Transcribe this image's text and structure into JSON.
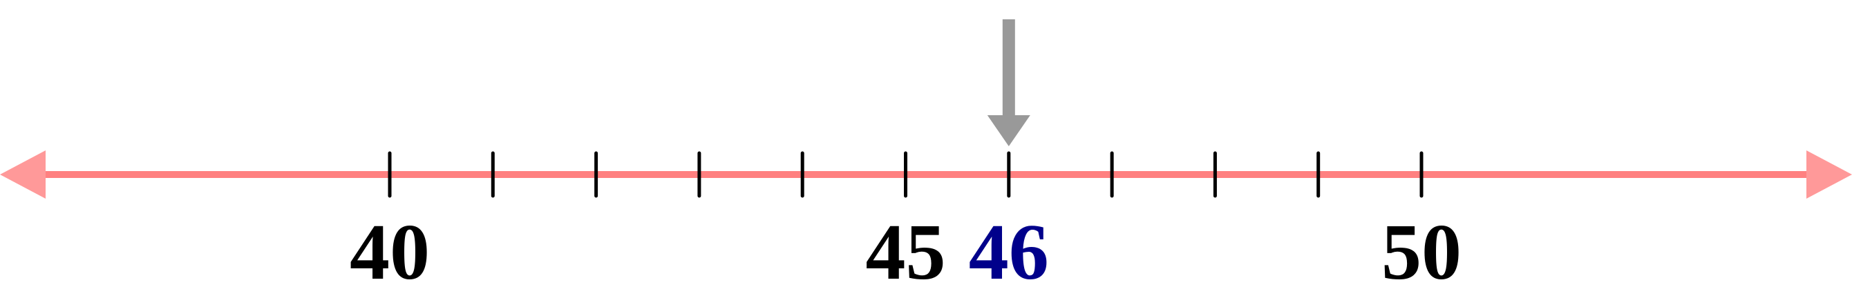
{
  "number_line": {
    "start": 40,
    "end": 50,
    "step": 1,
    "labeled_ticks": [
      {
        "value": 40,
        "label": "40",
        "color": "#000000"
      },
      {
        "value": 45,
        "label": "45",
        "color": "#000000"
      },
      {
        "value": 46,
        "label": "46",
        "color": "#00008B"
      },
      {
        "value": 50,
        "label": "50",
        "color": "#000000"
      }
    ],
    "marked_value": 46,
    "line_color": "#FF8080",
    "arrowhead_color": "#FF9999",
    "tick_color": "#000000",
    "pointer": {
      "icon": "down-arrow-icon",
      "color": "#999999",
      "points_to": 46
    }
  }
}
